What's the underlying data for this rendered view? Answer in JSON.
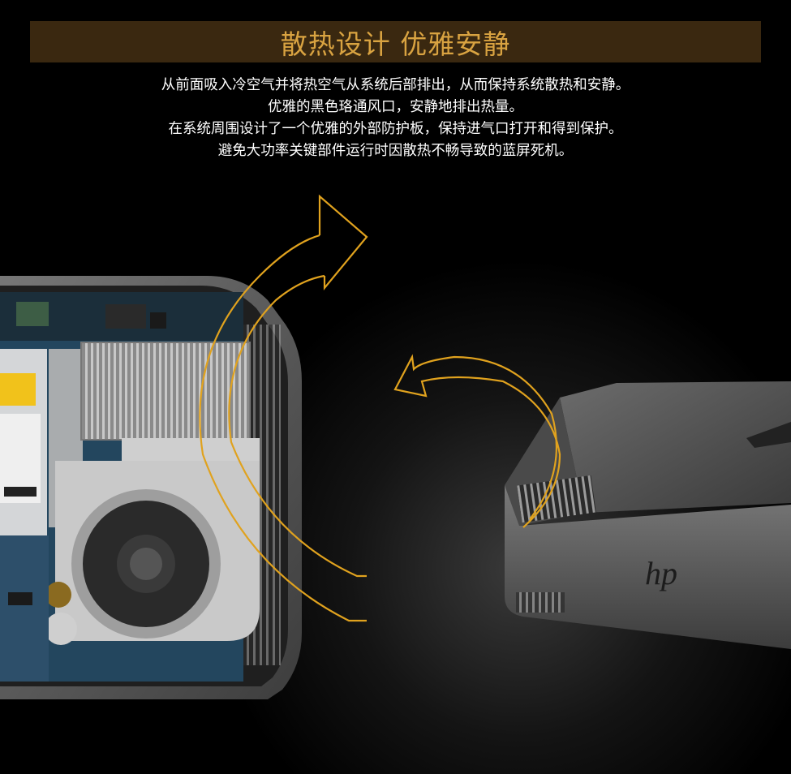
{
  "header": {
    "title": "散热设计 优雅安静"
  },
  "description": {
    "lines": [
      "从前面吸入冷空气并将热空气从系统后部排出，从而保持系统散热和安静。",
      "优雅的黑色珞通风口，安静地排出热量。",
      "在系统周围设计了一个优雅的外部防护板，保持进气口打开和得到保护。",
      "避免大功率关键部件运行时因散热不畅导致的蓝屏死机。"
    ]
  },
  "colors": {
    "banner_background": "#3a2810",
    "banner_text": "#d9a341",
    "arrow": "#e0a21e",
    "background": "#000000"
  },
  "product": {
    "brand_mark": "hp"
  }
}
